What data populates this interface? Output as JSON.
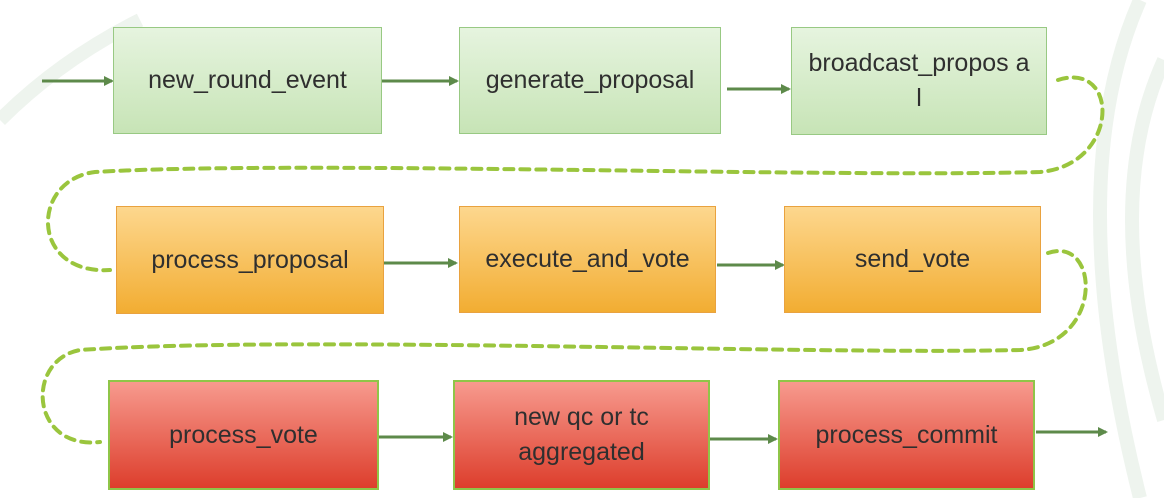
{
  "diagram": {
    "rows": [
      {
        "name": "green",
        "color": "#c7e4b6",
        "nodes": [
          {
            "id": "new_round_event",
            "label": "new_round_event"
          },
          {
            "id": "generate_proposal",
            "label": "generate_proposal"
          },
          {
            "id": "broadcast_proposal",
            "label": "broadcast_propos al"
          }
        ]
      },
      {
        "name": "orange",
        "color": "#f2ad32",
        "nodes": [
          {
            "id": "process_proposal",
            "label": "process_proposal"
          },
          {
            "id": "execute_and_vote",
            "label": "execute_and_vote"
          },
          {
            "id": "send_vote",
            "label": "send_vote"
          }
        ]
      },
      {
        "name": "red",
        "color": "#dd3e2c",
        "nodes": [
          {
            "id": "process_vote",
            "label": "process_vote"
          },
          {
            "id": "new_qc_or_tc_aggregated",
            "label": "new qc or tc aggregated"
          },
          {
            "id": "process_commit",
            "label": "process_commit"
          }
        ]
      }
    ],
    "arrow_color": "#5d8a4a",
    "connector_color": "#9ac53d"
  }
}
